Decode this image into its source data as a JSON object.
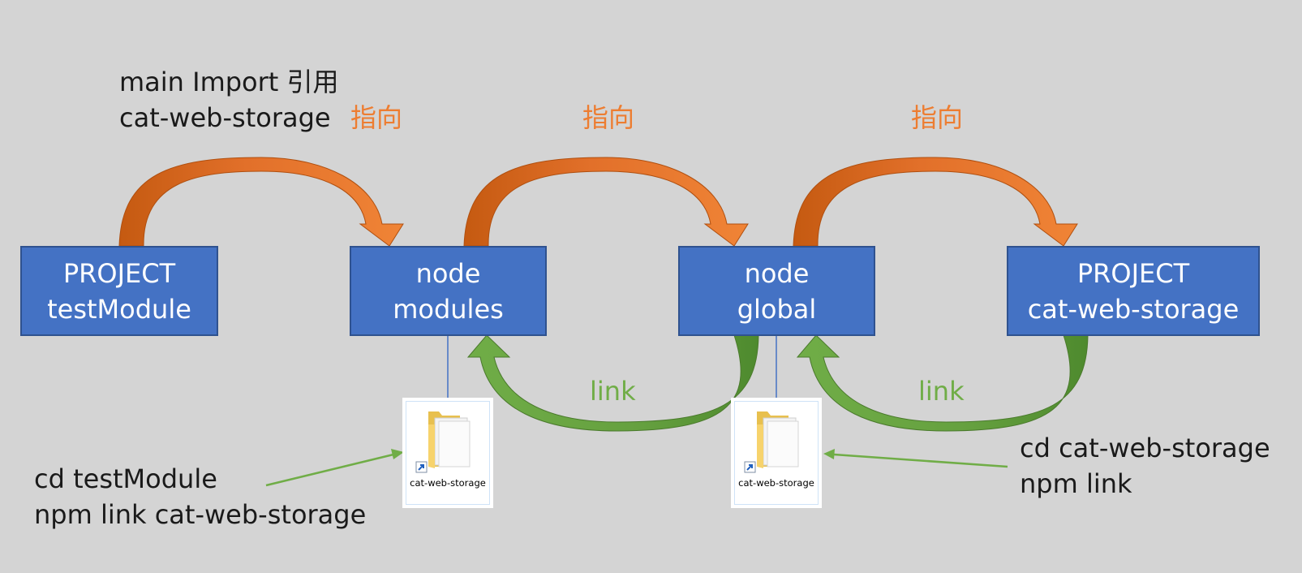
{
  "colors": {
    "background": "#d4d4d4",
    "box_fill": "#4472c4",
    "orange_arrow": "#ed7d31",
    "green_arrow": "#70ad47",
    "text": "#1a1a1a"
  },
  "nodes": {
    "project_test": {
      "line1": "PROJECT",
      "line2": "testModule"
    },
    "node_modules": {
      "line1": "node",
      "line2": "modules"
    },
    "node_global": {
      "line1": "node",
      "line2": "global"
    },
    "project_cat": {
      "line1": "PROJECT",
      "line2": "cat-web-storage"
    }
  },
  "annotations": {
    "import_line1": "main Import 引用",
    "import_line2": "cat-web-storage",
    "points_to_1": "指向",
    "points_to_2": "指向",
    "points_to_3": "指向",
    "link_1": "link",
    "link_2": "link",
    "cmd_left_line1": "cd testModule",
    "cmd_left_line2": "npm link cat-web-storage",
    "cmd_right_line1": "cd cat-web-storage",
    "cmd_right_line2": "npm link"
  },
  "folders": {
    "left": {
      "name": "cat-web-storage",
      "icon": "folder-shortcut-icon"
    },
    "right": {
      "name": "cat-web-storage",
      "icon": "folder-shortcut-icon"
    }
  },
  "connectors": {
    "points_to": [
      "testModule -> node modules",
      "node modules -> node global",
      "node global -> cat-web-storage"
    ],
    "link": [
      "node global -> node modules",
      "cat-web-storage -> node global"
    ]
  }
}
